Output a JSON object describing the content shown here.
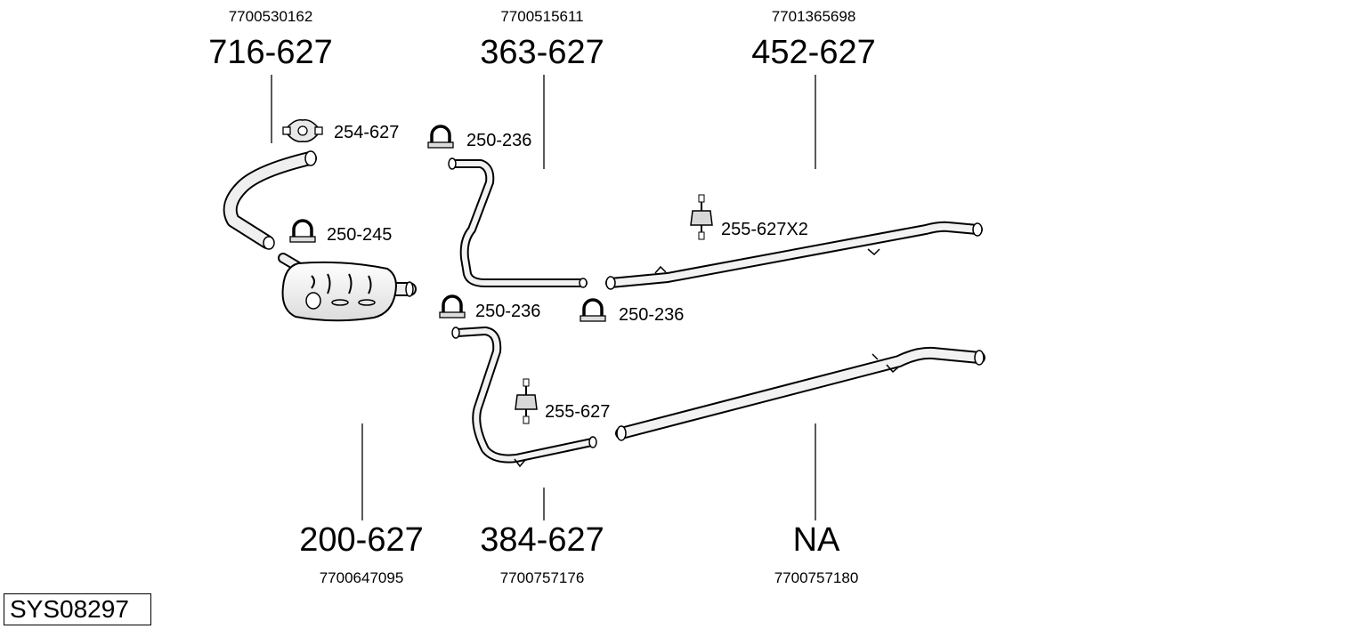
{
  "system_code": "SYS08297",
  "top_parts": [
    {
      "part": "716-627",
      "oem": "7700530162"
    },
    {
      "part": "363-627",
      "oem": "7700515611"
    },
    {
      "part": "452-627",
      "oem": "7701365698"
    }
  ],
  "bottom_parts": [
    {
      "part": "200-627",
      "oem": "7700647095"
    },
    {
      "part": "384-627",
      "oem": "7700757176"
    },
    {
      "part": "NA",
      "oem": "7700757180"
    }
  ],
  "accessories": [
    {
      "code": "254-627",
      "icon": "flange-clamp-icon"
    },
    {
      "code": "250-236",
      "icon": "u-clamp-icon"
    },
    {
      "code": "255-627X2",
      "icon": "rubber-mount-icon"
    },
    {
      "code": "250-245",
      "icon": "u-clamp-icon"
    },
    {
      "code": "250-236",
      "icon": "u-clamp-icon"
    },
    {
      "code": "250-236",
      "icon": "u-clamp-icon"
    },
    {
      "code": "255-627",
      "icon": "rubber-mount-icon"
    }
  ]
}
